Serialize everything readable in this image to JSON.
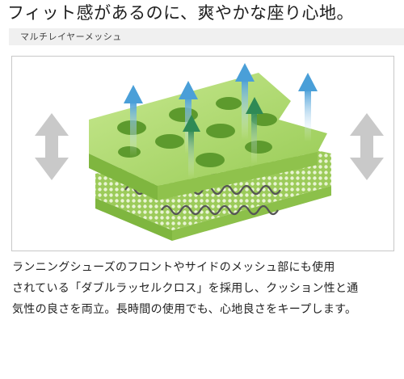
{
  "headline": "フィット感があるのに、爽やかな座り心地。",
  "section_label": "マルチレイヤーメッシュ",
  "description_lines": [
    "ランニングシューズのフロントやサイドのメッシュ部にも使用",
    "されている「ダブルラッセルクロス」を採用し、クッション性と通",
    "気性の良さを両立。長時間の使用でも、心地良さをキープします。"
  ],
  "colors": {
    "top_layer": "#a9d66a",
    "top_layer_side": "#7fb63f",
    "mesh_base": "#9ccb5a",
    "arrow_blue": "#4a9fd8",
    "arrow_green": "#2f8a55",
    "double_arrow": "#c9c9c9",
    "spring": "#555555"
  },
  "icons": {
    "left": "double-arrow-vertical-icon",
    "right": "double-arrow-vertical-icon"
  }
}
